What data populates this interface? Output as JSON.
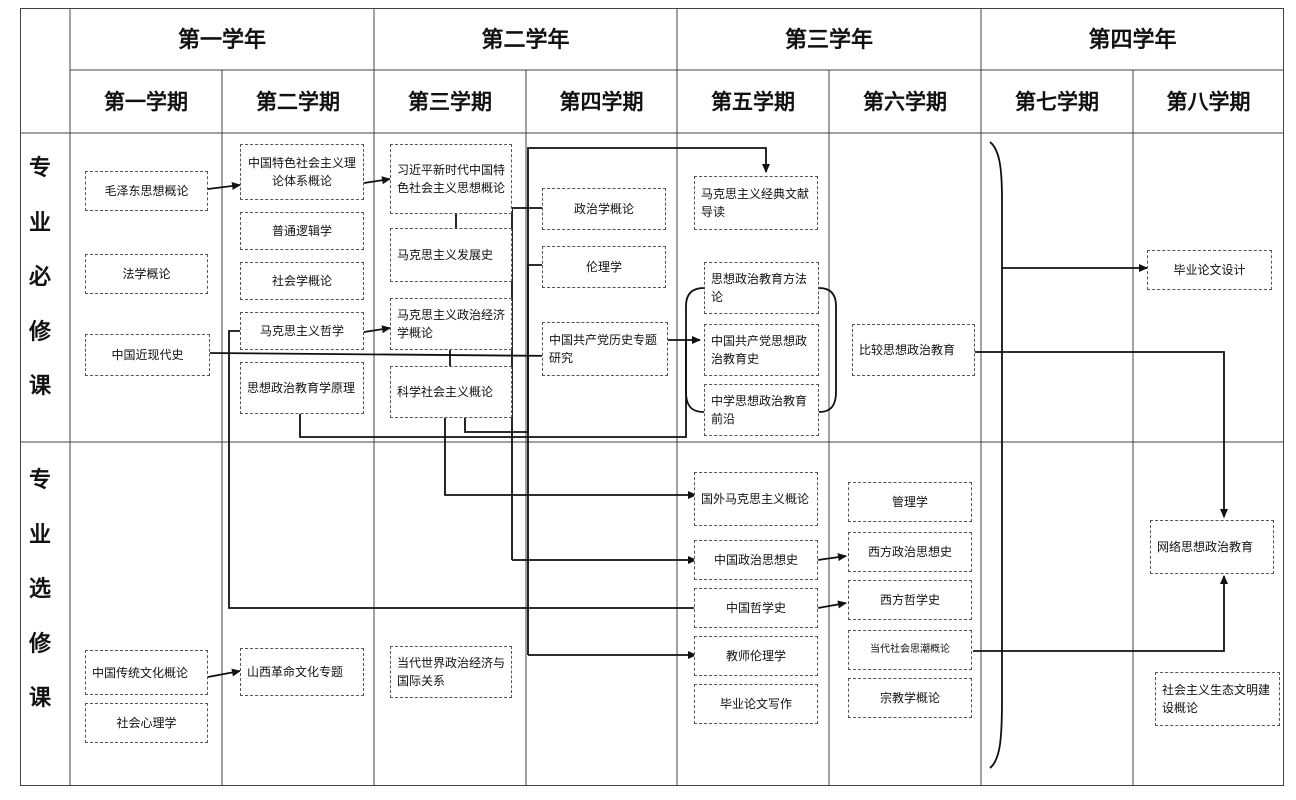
{
  "caption": "",
  "years": [
    "第一学年",
    "第二学年",
    "第三学年",
    "第四学年"
  ],
  "semesters": [
    "第一学期",
    "第二学期",
    "第三学期",
    "第四学期",
    "第五学期",
    "第六学期",
    "第七学期",
    "第八学期"
  ],
  "row_labels": {
    "required": [
      "专",
      "业",
      "必",
      "修",
      "课"
    ],
    "elective": [
      "专",
      "业",
      "选",
      "修",
      "课"
    ]
  },
  "courses": {
    "maozedong": "毛泽东思想概论",
    "fazue": "法学概论",
    "jindaishi": "中国近现代史",
    "tese_theory": "中国特色社会主义理论体系概论",
    "luoji": "普通逻辑学",
    "shehuixue": "社会学概论",
    "makesi_zhexue": "马克思主义哲学",
    "szjy_yuanli": "思想政治教育学原理",
    "xjp_thought": "习近平新时代中国特色社会主义思想概论",
    "makesi_fazhan": "马克思主义发展史",
    "makesi_zhengjing": "马克思主义政治经济学概论",
    "kexue_shehui": "科学社会主义概论",
    "zhengzhixue": "政治学概论",
    "lunlixue": "伦理学",
    "dangshi": "中国共产党历史专题研究",
    "makesi_jingdian": "马克思主义经典文献导读",
    "szjy_fangfa": "思想政治教育方法论",
    "szjy_shi": "中国共产党思想政治教育史",
    "zhongxue_szjy": "中学思想政治教育前沿",
    "bijiao_szjy": "比较思想政治教育",
    "biye_sheji": "毕业论文设计",
    "chuantong_wenhua": "中国传统文化概论",
    "shehui_xinli": "社会心理学",
    "shanxi_geming": "山西革命文化专题",
    "dangdai_shijie": "当代世界政治经济与国际关系",
    "guowai_makesi": "国外马克思主义概论",
    "zhengzhi_sixiangshi": "中国政治思想史",
    "zhexueshi": "中国哲学史",
    "jiaoshi_lunli": "教师伦理学",
    "biye_xiezuo": "毕业论文写作",
    "guanlixue": "管理学",
    "xifang_zhengzhi": "西方政治思想史",
    "xifang_zhexue": "西方哲学史",
    "dangdai_sichao": "当代社会思潮概论",
    "zongjiao": "宗教学概论",
    "wangluo_szjy": "网络思想政治教育",
    "shengtai_wenming": "社会主义生态文明建设概论"
  }
}
